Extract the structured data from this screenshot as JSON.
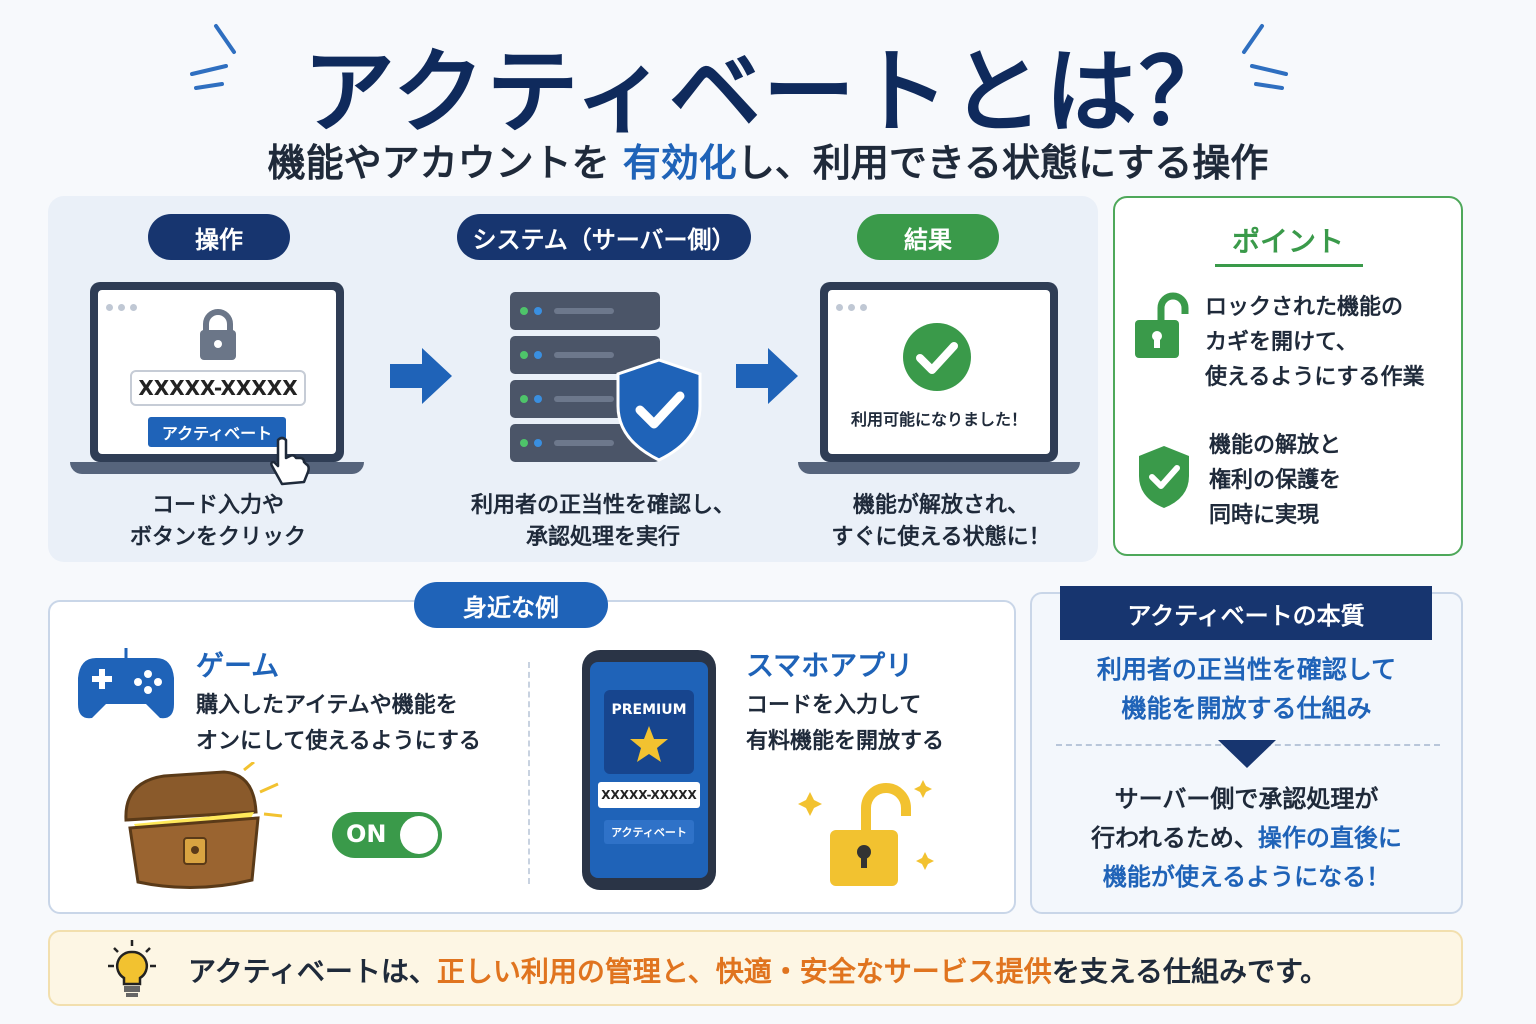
{
  "title": "アクティベートとは？",
  "subtitle": {
    "before": "機能やアカウントを ",
    "highlight": "有効化",
    "after": "し、利用できる状態にする操作"
  },
  "flow": {
    "step1": {
      "label": "操作",
      "code": "XXXXX-XXXXX",
      "button": "アクティベート",
      "caption_line1": "コード入力や",
      "caption_line2": "ボタンをクリック"
    },
    "step2": {
      "label": "システム（サーバー側）",
      "caption_line1": "利用者の正当性を確認し、",
      "caption_line2": "承認処理を実行"
    },
    "step3": {
      "label": "結果",
      "screen_text": "利用可能になりました！",
      "caption_line1": "機能が解放され、",
      "caption_line2": "すぐに使える状態に！"
    }
  },
  "point": {
    "title": "ポイント",
    "item1": [
      "ロックされた機能の",
      "カギを開けて、",
      "使えるようにする作業"
    ],
    "item2": [
      "機能の解放と",
      "権利の保護を",
      "同時に実現"
    ]
  },
  "examples": {
    "label": "身近な例",
    "game": {
      "title": "ゲーム",
      "desc_line1": "購入したアイテムや機能を",
      "desc_line2": "オンにして使えるようにする",
      "toggle": "ON"
    },
    "app": {
      "title": "スマホアプリ",
      "desc_line1": "コードを入力して",
      "desc_line2": "有料機能を開放する",
      "premium": "PREMIUM",
      "code": "XXXXX-XXXXX",
      "button": "アクティベート"
    }
  },
  "essence": {
    "header": "アクティベートの本質",
    "line1": "利用者の正当性を確認して",
    "line2": "機能を開放する仕組み",
    "line3": "サーバー側で承認処理が",
    "line4_plain": "行われるため、",
    "line4_highlight": "操作の直後に",
    "line5": "機能が使えるようになる！"
  },
  "bottom": {
    "part1": "アクティベートは、",
    "part2": "正しい利用の管理と、快適・安全なサービス提供",
    "part3": "を支える仕組みです。"
  },
  "colors": {
    "navy": "#17356f",
    "blue": "#1f63b8",
    "green": "#3a9a4a",
    "orange": "#e0741f",
    "gold": "#f2c230"
  }
}
